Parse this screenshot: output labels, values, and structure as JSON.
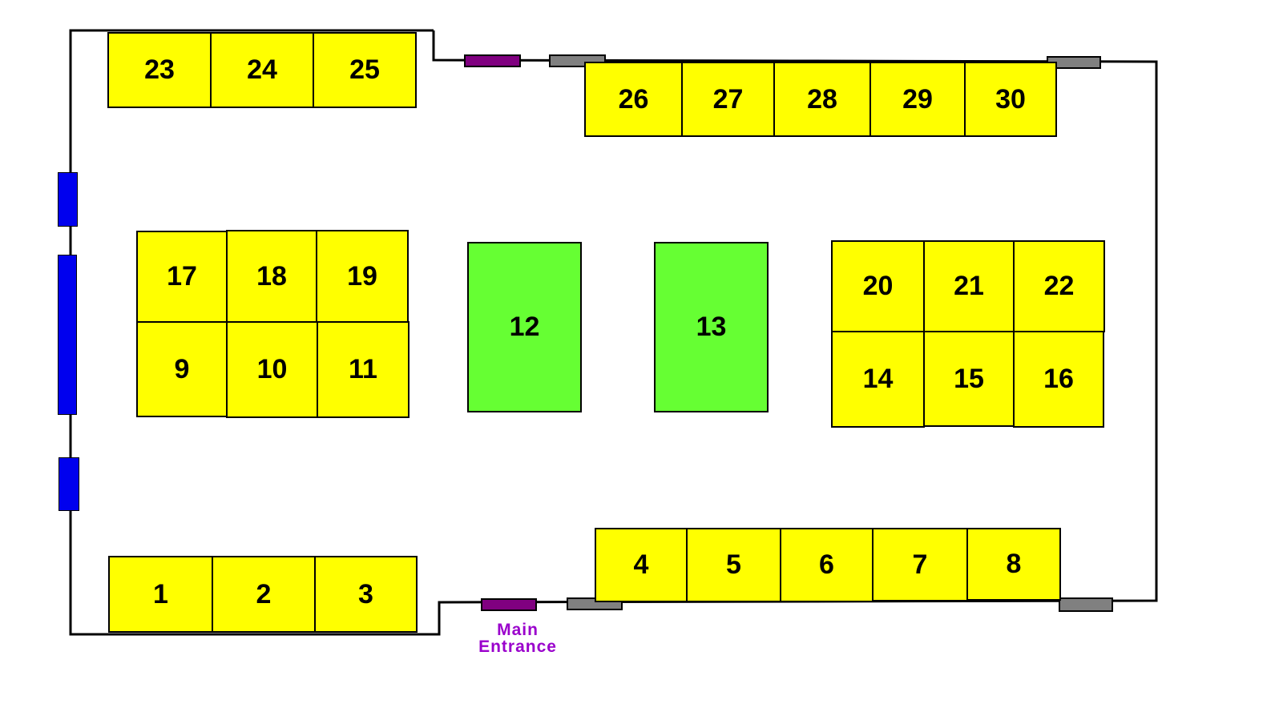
{
  "booths": {
    "b1": {
      "label": "1"
    },
    "b2": {
      "label": "2"
    },
    "b3": {
      "label": "3"
    },
    "b4": {
      "label": "4"
    },
    "b5": {
      "label": "5"
    },
    "b6": {
      "label": "6"
    },
    "b7": {
      "label": "7"
    },
    "b8": {
      "label": "8"
    },
    "b9": {
      "label": "9"
    },
    "b10": {
      "label": "10"
    },
    "b11": {
      "label": "11"
    },
    "b12": {
      "label": "12"
    },
    "b13": {
      "label": "13"
    },
    "b14": {
      "label": "14"
    },
    "b15": {
      "label": "15"
    },
    "b16": {
      "label": "16"
    },
    "b17": {
      "label": "17"
    },
    "b18": {
      "label": "18"
    },
    "b19": {
      "label": "19"
    },
    "b20": {
      "label": "20"
    },
    "b21": {
      "label": "21"
    },
    "b22": {
      "label": "22"
    },
    "b23": {
      "label": "23"
    },
    "b24": {
      "label": "24"
    },
    "b25": {
      "label": "25"
    },
    "b26": {
      "label": "26"
    },
    "b27": {
      "label": "27"
    },
    "b28": {
      "label": "28"
    },
    "b29": {
      "label": "29"
    },
    "b30": {
      "label": "30"
    }
  },
  "entrance": {
    "line1": "Main",
    "line2": "Entrance"
  },
  "colors": {
    "booth": "#ffff00",
    "feature_booth": "#66ff33",
    "main_door": "#800080",
    "door": "#808080",
    "window": "#0000ee",
    "entrance_text": "#9a00cc"
  }
}
